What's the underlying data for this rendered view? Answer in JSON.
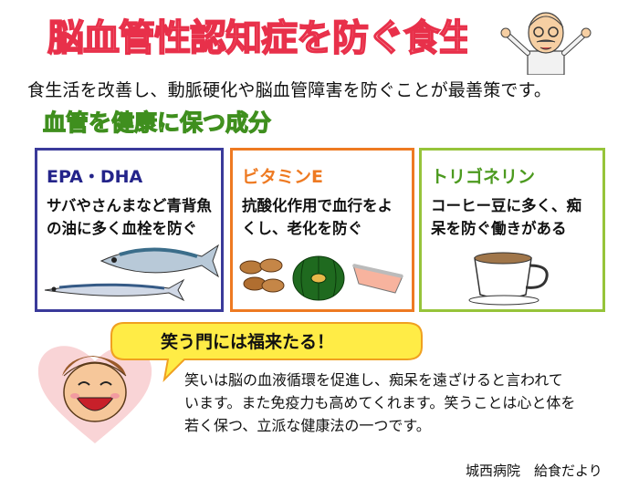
{
  "header": {
    "title": "脳血管性認知症を防ぐ食生活",
    "subtitle": "食生活を改善し、動脈硬化や脳血管障害を防ぐことが最善策です。",
    "section_heading": "血管を健康に保つ成分"
  },
  "cards": [
    {
      "title": "EPA・DHA",
      "text": "サバやさんまなど青背魚の油に多く血栓を防ぐ",
      "color": "#3a3a9a"
    },
    {
      "title": "ビタミンE",
      "text": "抗酸化作用で血行をよくし、老化を防ぐ",
      "color": "#ee7a22"
    },
    {
      "title": "トリゴネリン",
      "text": "コーヒー豆に多く、痴呆を防ぐ働きがある",
      "color": "#96c43a"
    }
  ],
  "laugh": {
    "heading": "笑う門には福来たる！",
    "text": "笑いは脳の血液循環を促進し、痴呆を遠ざけると言われています。また免疫力も高めてくれます。笑うことは心と体を若く保つ、立派な健康法の一つです。"
  },
  "footer": "城西病院　給食だより",
  "icons": [
    "doctor-illustration",
    "fish-illustration",
    "almond-illustration",
    "pumpkin-illustration",
    "salmon-illustration",
    "coffee-cup-illustration",
    "heart-illustration",
    "laughing-face-illustration"
  ]
}
